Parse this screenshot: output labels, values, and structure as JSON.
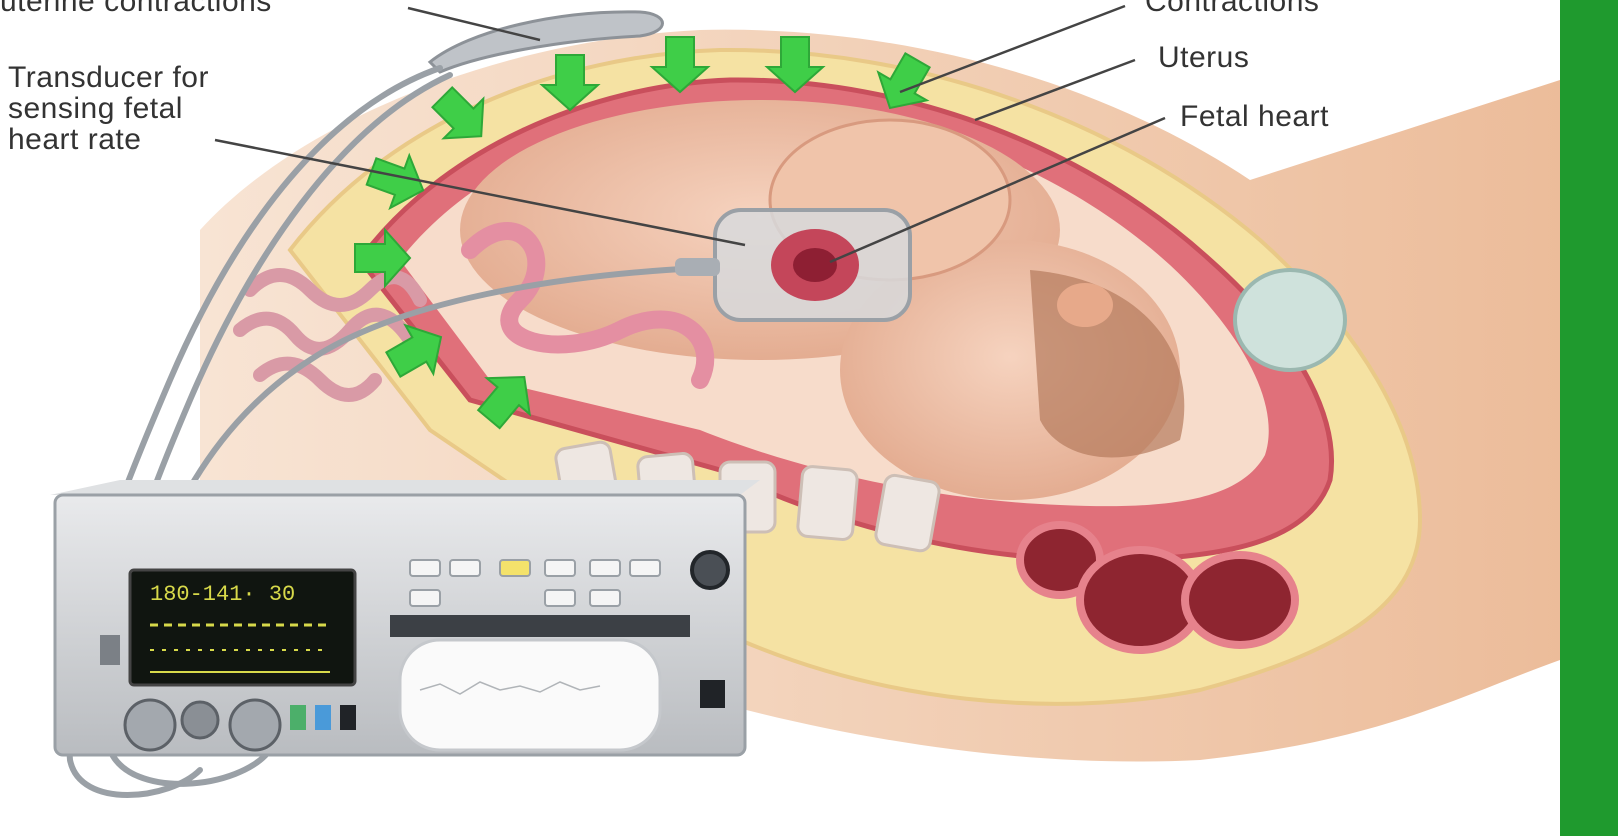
{
  "labels": {
    "top_left": "uterine contractions",
    "top_right": "Contractions",
    "transducer_fhr_line1": "Transducer for",
    "transducer_fhr_line2": "sensing fetal",
    "transducer_fhr_line3": "heart rate",
    "uterus": "Uterus",
    "fetal_heart": "Fetal heart"
  },
  "monitor_screen": {
    "line1": "180-141·  30"
  },
  "colors": {
    "arrow_green": "#3fce48",
    "uterus_wall": "#e0707a",
    "skin": "#f2c3a0",
    "fat_layer": "#f5e2a3",
    "right_band": "#1f9a2e"
  },
  "icons": [
    "green-arrow-icon",
    "transducer-icon"
  ]
}
